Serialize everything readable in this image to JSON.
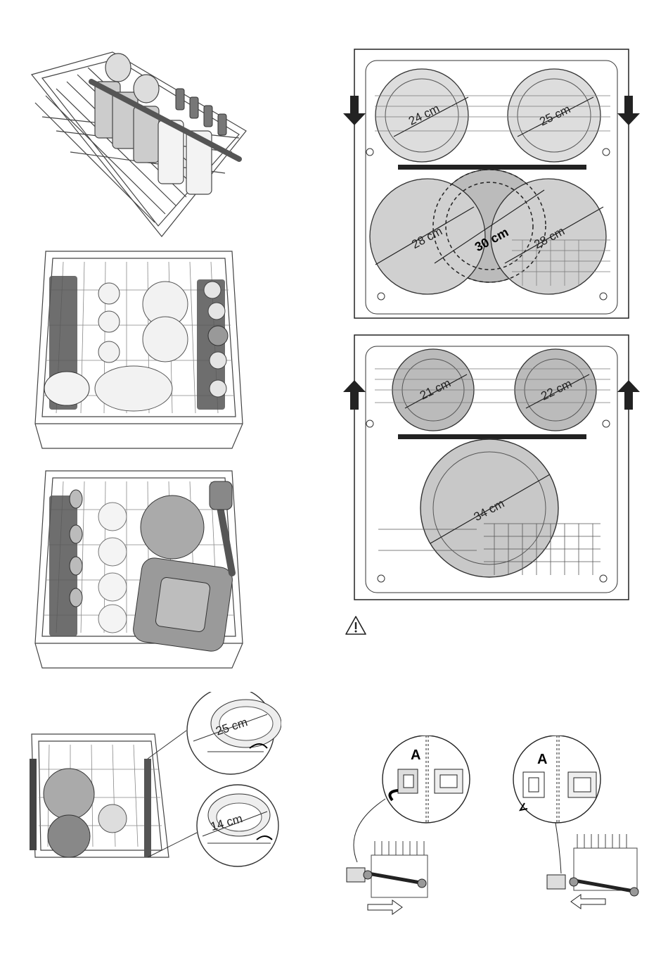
{
  "upper_basket_diagram": {
    "plate_sizes": [
      "24 cm",
      "25 cm",
      "28 cm",
      "30 cm",
      "28 cm"
    ]
  },
  "lower_basket_diagram": {
    "plate_sizes": [
      "21 cm",
      "22 cm",
      "34 cm"
    ]
  },
  "fold_rack_detail": {
    "plate_sizes": [
      "25 cm",
      "14 cm"
    ]
  },
  "height_adjust": {
    "part_label_left": "A",
    "part_label_right": "A"
  },
  "warning": {
    "icon": "warning-triangle-icon",
    "text": ""
  }
}
